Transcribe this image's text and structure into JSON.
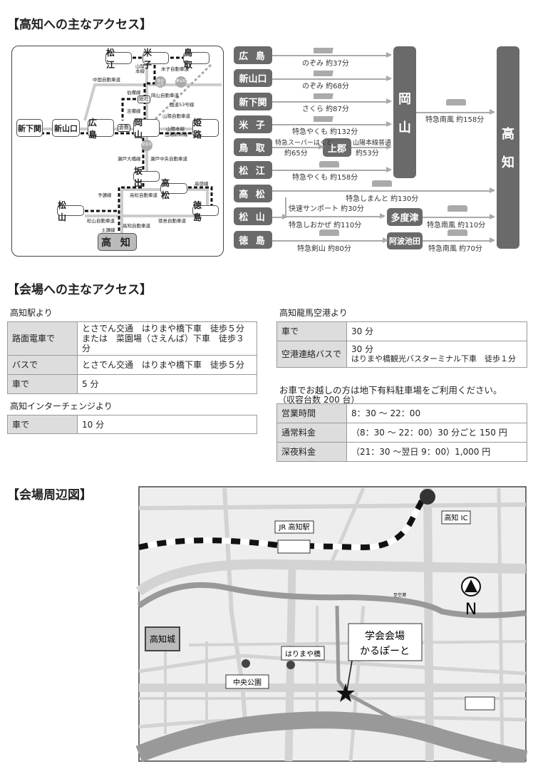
{
  "headings": {
    "access_to_kochi": "【高知への主なアクセス】",
    "access_to_venue": "【会場への主なアクセス】",
    "area_map": "【会場周辺図】"
  },
  "route_map": {
    "stations": {
      "matsue": "松 江",
      "yonago": "米 子",
      "tottori": "鳥 取",
      "shimonoseki": "新下関",
      "shinyamaguchi": "新山口",
      "hiroshima": "広 島",
      "kurashiki": "倉敷",
      "okayama": "岡 山",
      "himeji": "姫 路",
      "soja": "総社",
      "sakaide": "坂 出",
      "takamatsu": "高 松",
      "matsuyama": "松 山",
      "tokushima": "徳 島",
      "kochi": "高 知"
    },
    "ic": {
      "ochiai": "落合JCT",
      "tsuyama": "津山IC",
      "kojima": "児島IC"
    },
    "labels": {
      "sanin": "山陰本線",
      "yonago_exp": "米子自動車道",
      "chugoku_exp": "中国自動車道",
      "hakubi": "伯備線",
      "okayama_exp": "岡山自動車道",
      "route53": "国道53号線",
      "kibi": "吉備線",
      "sanyo_exp": "山陽自動車道",
      "sanyo_main": "山陽本線",
      "sanyo_shinkansen": "山陽新幹線",
      "seto_ohashi": "瀬戸大橋線",
      "seto_chuo": "瀬戸中央自動車道",
      "kotoku": "高徳線",
      "yosan": "予讃線",
      "takamatsu_exp": "高松自動車道",
      "matsuyama_exp": "松山自動車道",
      "tokushima_exp": "徳島自動車道",
      "dosan": "土讃線",
      "kochi_exp": "高知自動車道"
    }
  },
  "route_diagram": {
    "origins": [
      "広 島",
      "新山口",
      "新下関",
      "米 子",
      "鳥 取",
      "松 江",
      "高 松",
      "松 山",
      "徳 島"
    ],
    "hubs": {
      "okayama": [
        "岡",
        "山"
      ],
      "kochi": [
        "高",
        "知"
      ],
      "kamigori": "上郡",
      "tadotsu": "多度津",
      "awaikeda": "阿波池田"
    },
    "routes": [
      "のぞみ 約37分",
      "のぞみ 約68分",
      "さくら 約87分",
      "特急やくも 約132分",
      "特急スーパーはくと",
      "約65分",
      "山陽本線普通",
      "約53分",
      "特急やくも 約158分",
      "特急南風 約158分",
      "特急しまんと 約130分",
      "快速サンポート 約30分",
      "特急しおかぜ 約110分",
      "特急南風 約110分",
      "特急剣山 約80分",
      "特急南風 約70分"
    ]
  },
  "venue_access": {
    "from_station": {
      "title": "高知駅より",
      "rows": [
        {
          "mode": "路面電車で",
          "detail": [
            "とさでん交通　はりまや橋下車　徒歩５分",
            "または　菜園場（さえんば）下車　徒歩３分"
          ]
        },
        {
          "mode": "バスで",
          "detail": [
            "とさでん交通　はりまや橋下車　徒歩５分"
          ]
        },
        {
          "mode": "車で",
          "detail": [
            "5 分"
          ]
        }
      ]
    },
    "from_ic": {
      "title": "高知インターチェンジより",
      "rows": [
        {
          "mode": "車で",
          "detail": [
            "10 分"
          ]
        }
      ]
    },
    "from_airport": {
      "title": "高知龍馬空港より",
      "rows": [
        {
          "mode": "車で",
          "detail": [
            "30 分"
          ]
        },
        {
          "mode": "空港連絡バスで",
          "detail": [
            "30 分",
            "はりまや橋観光バスターミナル下車　徒歩１分"
          ]
        }
      ]
    },
    "parking": {
      "note": "お車でお越しの方は地下有料駐車場をご利用ください。",
      "capacity": "（収容台数 200 台）",
      "rows": [
        {
          "label": "営業時間",
          "value": "8：30 ～ 22：00"
        },
        {
          "label": "通常料金",
          "value": "（8：30 ～ 22：00）30 分ごと 150 円"
        },
        {
          "label": "深夜料金",
          "value": "（21：30 ～翌日 9：00）1,000 円"
        }
      ]
    }
  },
  "area_map": {
    "jr_station": "JR 高知駅",
    "kochi_ic": "高知 IC",
    "airport": "至空港",
    "north": "N",
    "castle": "高知城",
    "harimayabashi": "はりまや橋",
    "chuo_park": "中央公園",
    "venue": [
      "学会会場",
      "かるぽーと"
    ]
  }
}
